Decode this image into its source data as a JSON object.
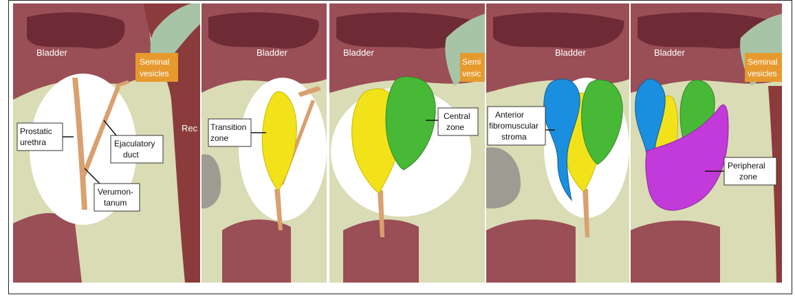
{
  "panels": [
    {
      "organ_labels": [
        "Bladder",
        "Seminal",
        "vesicles",
        "Rec"
      ],
      "callouts": [
        {
          "lines": [
            "Prostatic",
            "urethra"
          ]
        },
        {
          "lines": [
            "Ejaculatory",
            "duct"
          ]
        },
        {
          "lines": [
            "Verumon-",
            "tanum"
          ]
        }
      ]
    },
    {
      "organ_labels": [
        "Bladder"
      ],
      "callouts": [
        {
          "lines": [
            "Transition",
            "zone"
          ]
        }
      ]
    },
    {
      "organ_labels": [
        "Bladder",
        "Semi",
        "vesic"
      ],
      "callouts": [
        {
          "lines": [
            "Central",
            "zone"
          ]
        }
      ]
    },
    {
      "organ_labels": [
        "Bladder"
      ],
      "callouts": [
        {
          "lines": [
            "Anterior",
            "fibromuscular",
            "stroma"
          ]
        }
      ]
    },
    {
      "organ_labels": [
        "Bladder",
        "Seminal",
        "vesicles"
      ],
      "callouts": [
        {
          "lines": [
            "Peripheral",
            "zone"
          ]
        }
      ]
    }
  ],
  "colors": {
    "background_tissue": "#d9dcb4",
    "bladder": "#9a4e56",
    "bladder_lumen": "#6e2b35",
    "prostate": "#ffffff",
    "urethra": "#d9a070",
    "seminal_vesicle_label_bg": "#e69a2e",
    "transition_zone": "#f2e21a",
    "central_zone": "#48b837",
    "anterior_fibromuscular_stroma": "#1a8fe0",
    "peripheral_zone": "#c23ad9",
    "rectum": "#8b3b3b"
  }
}
